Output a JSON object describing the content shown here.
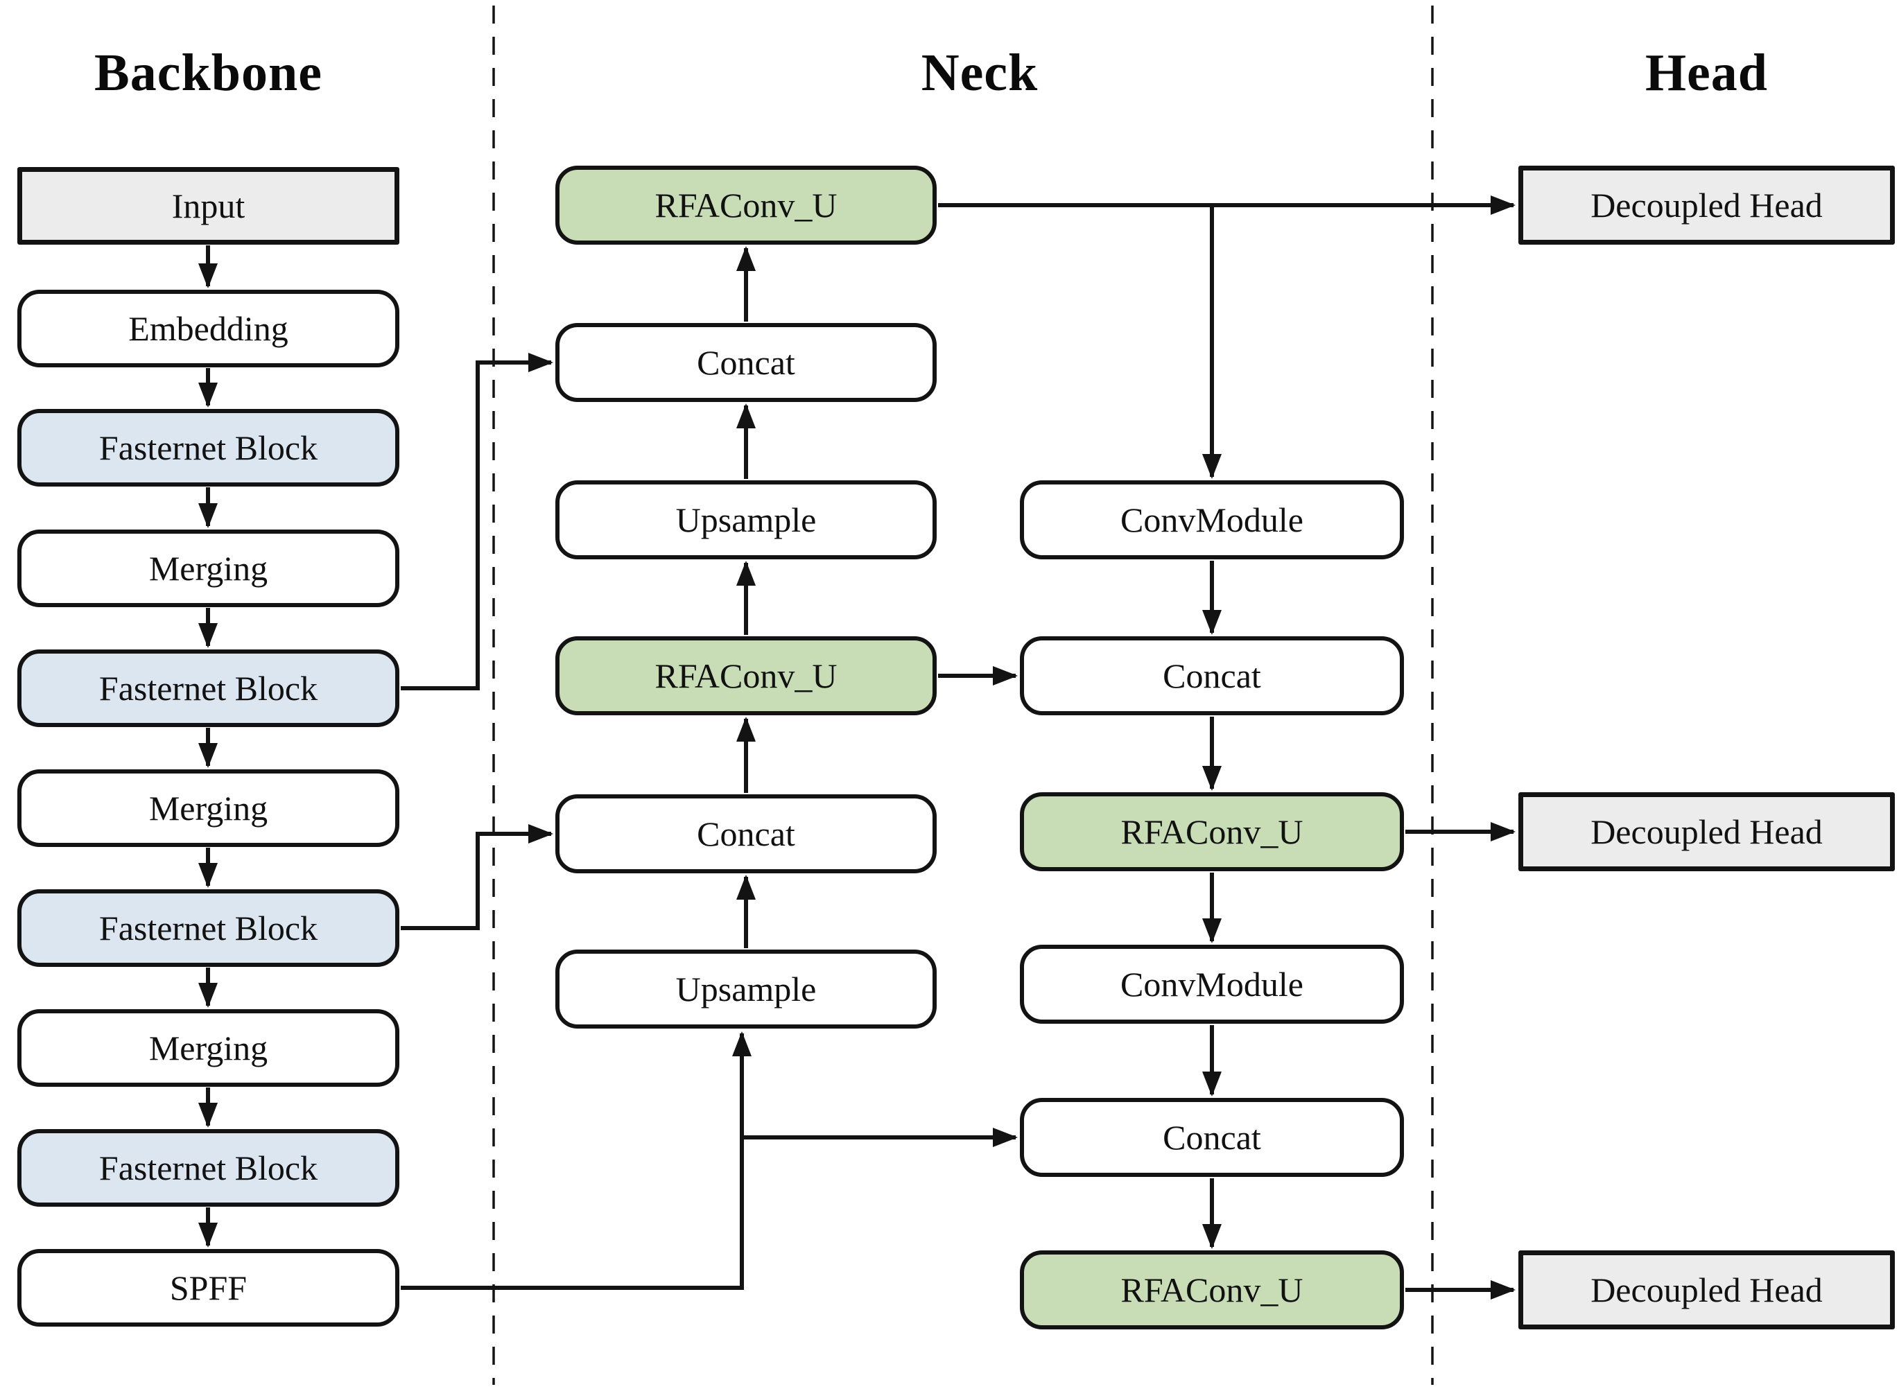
{
  "header": {
    "backbone": "Backbone",
    "neck": "Neck",
    "head": "Head"
  },
  "labels": {
    "input": "Input",
    "embedding": "Embedding",
    "fasternet_block": "Fasternet Block",
    "merging": "Merging",
    "spff": "SPFF",
    "rfaconv_u": "RFAConv_U",
    "concat": "Concat",
    "upsample": "Upsample",
    "conv_module": "ConvModule",
    "decoupled_head": "Decoupled Head"
  },
  "colors": {
    "green": "#c8dcb6",
    "blue": "#dce6f1",
    "gray": "#ececec",
    "white": "#ffffff",
    "line": "#131313"
  }
}
